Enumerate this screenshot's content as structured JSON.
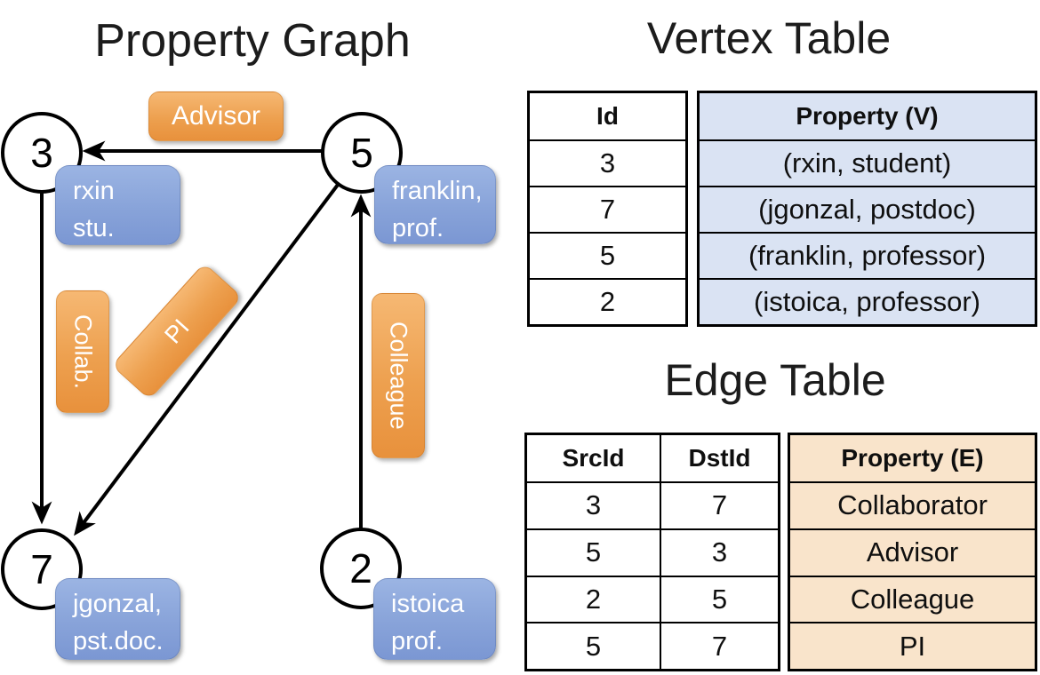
{
  "graph": {
    "title": "Property Graph",
    "nodes": [
      {
        "id": "3",
        "property_lines": [
          "rxin",
          "stu."
        ]
      },
      {
        "id": "5",
        "property_lines": [
          "franklin,",
          "prof."
        ]
      },
      {
        "id": "7",
        "property_lines": [
          "jgonzal,",
          "pst.doc."
        ]
      },
      {
        "id": "2",
        "property_lines": [
          "istoica",
          "prof."
        ]
      }
    ],
    "edges": [
      {
        "label": "Advisor",
        "from": "5",
        "to": "3"
      },
      {
        "label": "Collab.",
        "from": "3",
        "to": "7"
      },
      {
        "label": "PI",
        "from": "5",
        "to": "7"
      },
      {
        "label": "Colleague",
        "from": "2",
        "to": "5"
      }
    ]
  },
  "vertex_table": {
    "title": "Vertex Table",
    "columns": [
      "Id",
      "Property (V)"
    ],
    "rows": [
      [
        "3",
        "(rxin, student)"
      ],
      [
        "7",
        "(jgonzal, postdoc)"
      ],
      [
        "5",
        "(franklin, professor)"
      ],
      [
        "2",
        "(istoica, professor)"
      ]
    ]
  },
  "edge_table": {
    "title": "Edge Table",
    "columns": [
      "SrcId",
      "DstId",
      "Property (E)"
    ],
    "rows": [
      [
        "3",
        "7",
        "Collaborator"
      ],
      [
        "5",
        "3",
        "Advisor"
      ],
      [
        "2",
        "5",
        "Colleague"
      ],
      [
        "5",
        "7",
        "PI"
      ]
    ]
  },
  "colors": {
    "edge_label_orange": "#eda04f",
    "node_property_blue": "#88a3d9",
    "vertex_table_fill": "#dae3f3",
    "edge_table_fill": "#f9e4cb",
    "line_black": "#000000"
  }
}
